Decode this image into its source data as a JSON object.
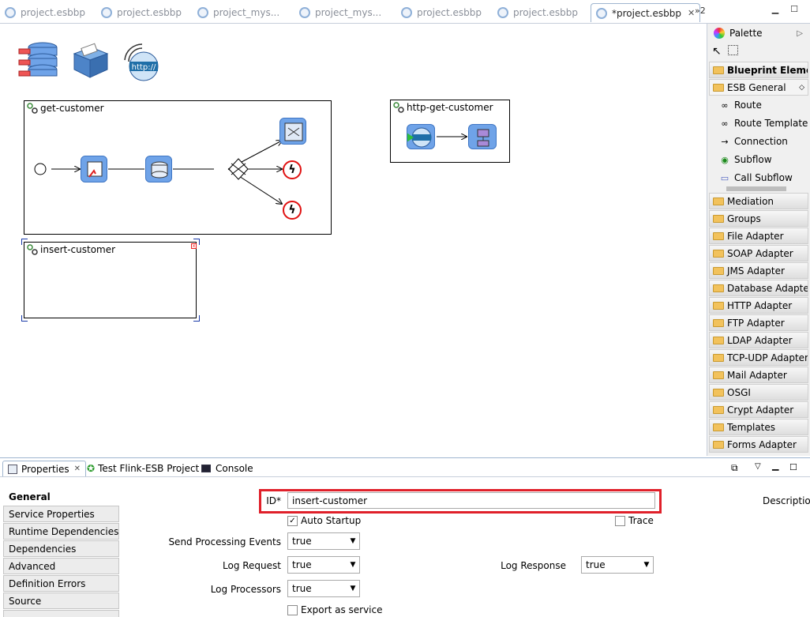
{
  "editor_tabs": [
    {
      "label": "project.esbbp"
    },
    {
      "label": "project.esbbp"
    },
    {
      "label": "project_mys..."
    },
    {
      "label": "project_mys..."
    },
    {
      "label": "project.esbbp"
    },
    {
      "label": "project.esbbp"
    },
    {
      "label": "*project.esbbp",
      "active": true
    }
  ],
  "overflow_count": "»2",
  "canvas": {
    "processes": [
      {
        "name": "get-customer"
      },
      {
        "name": "http-get-customer"
      },
      {
        "name": "insert-customer"
      }
    ],
    "http_label": "http://"
  },
  "palette": {
    "title": "Palette",
    "drawers_top": [
      "Blueprint Elements",
      "ESB General"
    ],
    "items": [
      "Route",
      "Route Template",
      "Connection",
      "Subflow",
      "Call Subflow"
    ],
    "drawers": [
      "Mediation",
      "Groups",
      "File Adapter",
      "SOAP Adapter",
      "JMS Adapter",
      "Database Adapter",
      "HTTP Adapter",
      "FTP Adapter",
      "LDAP Adapter",
      "TCP-UDP Adapter",
      "Mail Adapter",
      "OSGI",
      "Crypt Adapter",
      "Templates",
      "Forms Adapter"
    ]
  },
  "properties": {
    "tabs": [
      "Properties",
      "Test Flink-ESB Project",
      "Console"
    ],
    "sections": [
      "General",
      "Service Properties",
      "Runtime Dependencies",
      "Dependencies",
      "Advanced",
      "Definition Errors",
      "Source"
    ],
    "id_label": "ID*",
    "id_value": "insert-customer",
    "description_label": "Description",
    "auto_startup": "Auto Startup",
    "trace": "Trace",
    "send_events_label": "Send Processing Events",
    "send_events_value": "true",
    "log_request_label": "Log Request",
    "log_request_value": "true",
    "log_response_label": "Log Response",
    "log_response_value": "true",
    "log_processors_label": "Log Processors",
    "log_processors_value": "true",
    "export_label": "Export as service"
  },
  "colors": {
    "accent": "#e0202a",
    "node": "#6fa3e8"
  }
}
